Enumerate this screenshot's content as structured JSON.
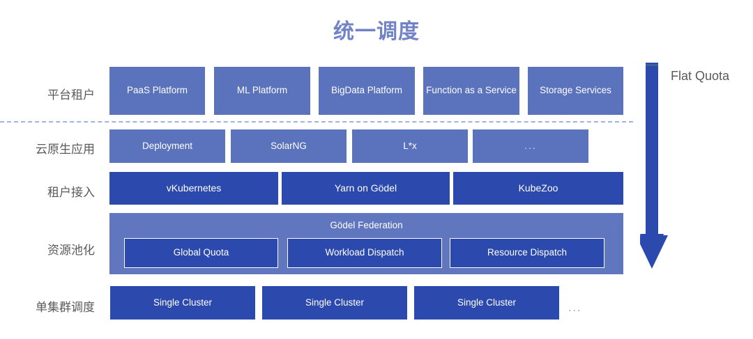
{
  "title": "统一调度",
  "title_color": "#7183c6",
  "colors": {
    "tier_medium": "#5b72bd",
    "tier_medium_alt": "#6076be",
    "tier_dark": "#2c49ae",
    "label_gray": "#5a5a5a",
    "divider_blue": "#9fb3dd",
    "arrow_blue": "#2c49ae"
  },
  "rows": [
    {
      "label": "平台租户",
      "boxes": [
        {
          "text": "PaaS Platform"
        },
        {
          "text": "ML Platform"
        },
        {
          "text": "BigData Platform"
        },
        {
          "text": "Function as a Service"
        },
        {
          "text": "Storage Services"
        }
      ]
    },
    {
      "label": "云原生应用",
      "boxes": [
        {
          "text": "Deployment"
        },
        {
          "text": "SolarNG"
        },
        {
          "text": "L*x"
        },
        {
          "text": "..."
        }
      ]
    },
    {
      "label": "租户接入",
      "boxes": [
        {
          "text": "vKubernetes"
        },
        {
          "text": "Yarn on Gödel"
        },
        {
          "text": "KubeZoo"
        }
      ]
    },
    {
      "label": "资源池化",
      "container_title": "Gödel Federation",
      "boxes": [
        {
          "text": "Global Quota"
        },
        {
          "text": "Workload Dispatch"
        },
        {
          "text": "Resource Dispatch"
        }
      ]
    },
    {
      "label": "单集群调度",
      "boxes": [
        {
          "text": "Single Cluster"
        },
        {
          "text": "Single Cluster"
        },
        {
          "text": "Single Cluster"
        }
      ],
      "trailing_ellipsis": "..."
    }
  ],
  "arrow": {
    "label": "Flat Quota",
    "direction": "down"
  }
}
